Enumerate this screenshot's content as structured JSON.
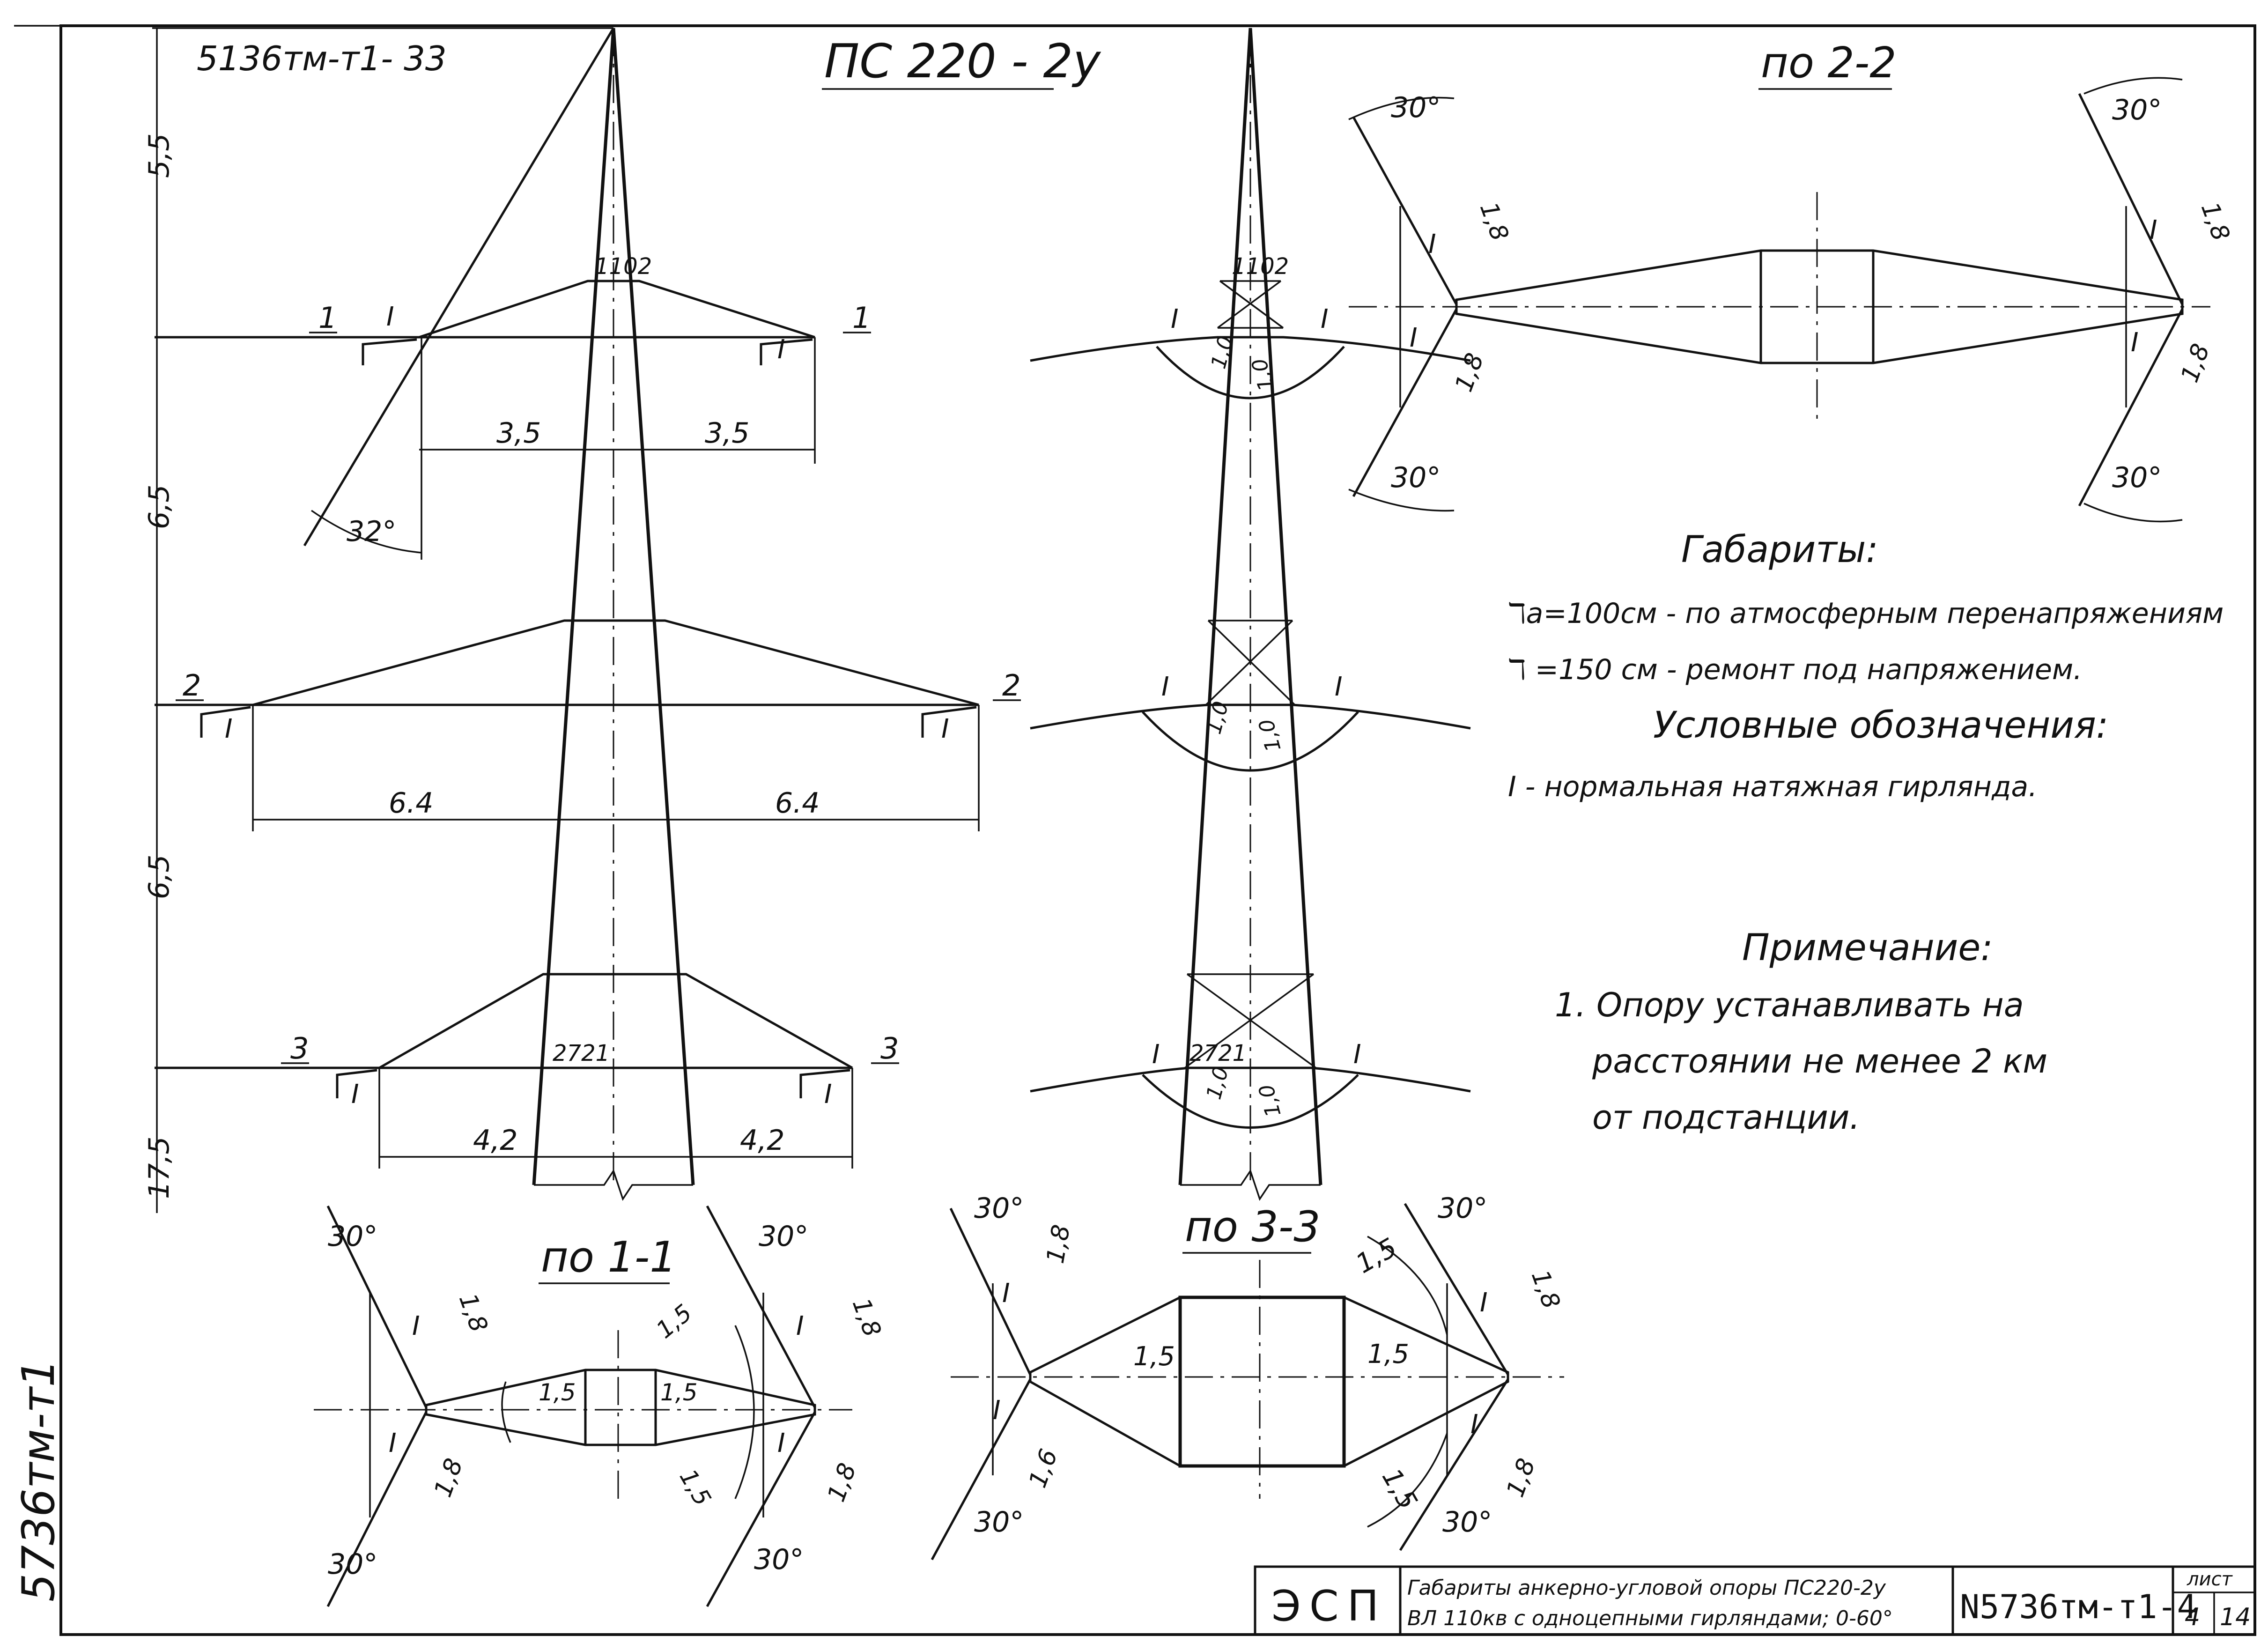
{
  "margin_codes": {
    "top_left": "5136тм-т1- 33",
    "left_vertical": "5736тм-т1"
  },
  "title": "ПС 220 - 2у",
  "dims": {
    "h1": "5,5",
    "h2": "6,5",
    "h3": "6,5",
    "h4": "17,5",
    "w1": "3,5",
    "w2": "6.4",
    "w3": "4,2",
    "angle": "32°",
    "node_top": "1102",
    "node_bottom": "2721"
  },
  "phase_labels": [
    "1",
    "2",
    "3"
  ],
  "insulator_mark": "I",
  "sections": {
    "s11": "по 1-1",
    "s22": "по 2-2",
    "s33": "по 3-3"
  },
  "section_dims": {
    "angle30": "30°",
    "string_len": "1,8",
    "clear_15": "1,5",
    "side_10": "1,0",
    "lower_16": "1,6",
    "lower_18": "1,8"
  },
  "clearances": {
    "heading": "Габариты:",
    "line1": "ℸа=100см - по атмосферным перенапряжениям",
    "line2": "ℸ =150 см - ремонт под напряжением."
  },
  "legend": {
    "heading": "Условные обозначения:",
    "item": "I - нормальная натяжная гирлянда."
  },
  "note": {
    "heading": "Примечание:",
    "line1": "1.  Опору   устанавливать   на",
    "line2": "расстоянии   не   менее   2 км",
    "line3": "от     подстанции."
  },
  "title_block": {
    "org": "ЭСП",
    "desc_line1": "Габариты анкерно-угловой опоры ПС220-2у",
    "desc_line2": "ВЛ 110кв с одноцепными гирляндами; 0-60°",
    "drawing_no": "N5736тм-т1-4",
    "sheet_label": "лист",
    "sheet_no": "4",
    "sheet_total": "14"
  }
}
